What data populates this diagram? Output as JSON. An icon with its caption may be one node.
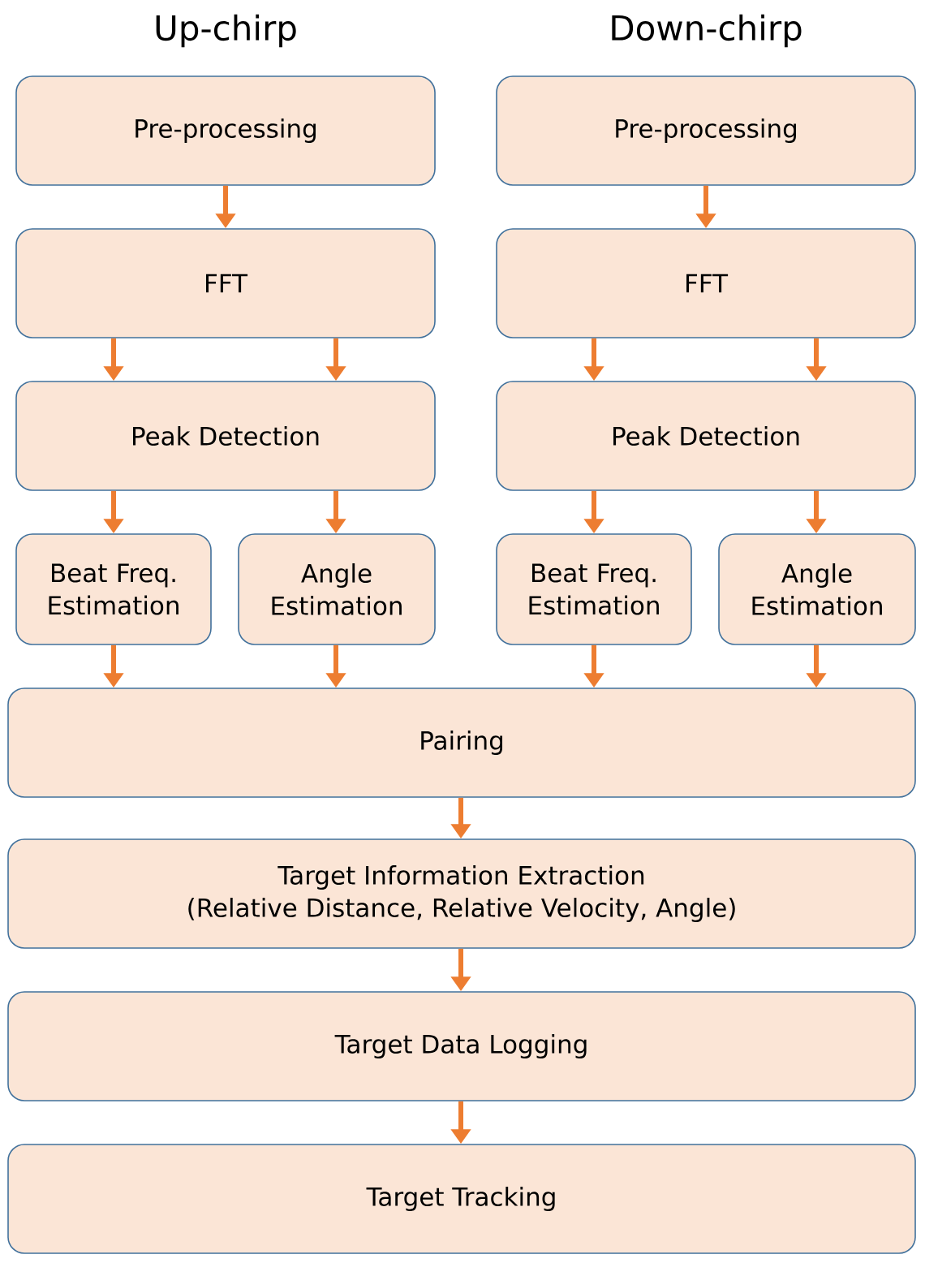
{
  "diagram": {
    "nodes": [
      {
        "text": [
          "Pre-processing"
        ]
      },
      {
        "text": [
          "Pre-processing"
        ]
      },
      {
        "text": [
          "FFT"
        ]
      },
      {
        "text": [
          "FFT"
        ]
      },
      {
        "text": [
          "Peak Detection"
        ]
      },
      {
        "text": [
          "Peak Detection"
        ]
      },
      {
        "text": [
          "Beat Freq. Estimation"
        ]
      },
      {
        "text": [
          "Angle Estimation"
        ]
      },
      {
        "text": [
          "Beat Freq. Estimation"
        ]
      },
      {
        "text": [
          "Angle Estimation"
        ]
      },
      {
        "text": [
          "Pairing"
        ]
      },
      {
        "text": [
          "Target Information Extraction",
          "(Relative Distance, Relative Velocity, Angle)"
        ]
      },
      {
        "text": [
          "Target Data Logging"
        ]
      },
      {
        "text": [
          "Target Tracking"
        ]
      }
    ],
    "edges": [
      {
        "from": 0,
        "to": 2,
        "arrow": "to"
      },
      {
        "from": 1,
        "to": 3,
        "arrow": "to"
      },
      {
        "from": 2,
        "to": 4,
        "arrow": "to"
      },
      {
        "from": 2,
        "to": 4,
        "arrow": "to"
      },
      {
        "from": 3,
        "to": 5,
        "arrow": "to"
      },
      {
        "from": 3,
        "to": 5,
        "arrow": "to"
      },
      {
        "from": 4,
        "to": 6,
        "arrow": "to"
      },
      {
        "from": 4,
        "to": 7,
        "arrow": "to"
      },
      {
        "from": 5,
        "to": 8,
        "arrow": "to"
      },
      {
        "from": 5,
        "to": 9,
        "arrow": "to"
      },
      {
        "from": 6,
        "to": 10,
        "arrow": "to"
      },
      {
        "from": 7,
        "to": 10,
        "arrow": "to"
      },
      {
        "from": 8,
        "to": 10,
        "arrow": "to"
      },
      {
        "from": 9,
        "to": 10,
        "arrow": "to"
      },
      {
        "from": 10,
        "to": 11,
        "arrow": "to"
      },
      {
        "from": 11,
        "to": 12,
        "arrow": "to"
      },
      {
        "from": 12,
        "to": 13,
        "arrow": "to"
      }
    ],
    "labels": [
      "Up-chirp",
      "Down-chirp"
    ]
  }
}
